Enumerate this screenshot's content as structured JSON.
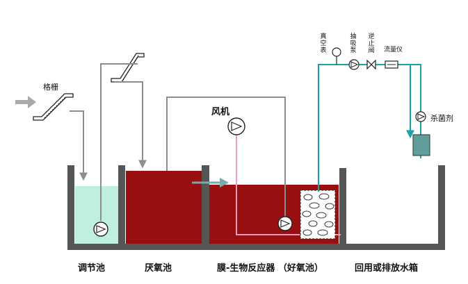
{
  "labels": {
    "screen": "格栅",
    "blower": "风机",
    "regulating_tank": "调节池",
    "anoxic_tank": "厌氧池",
    "mbr_tank": "膜-生物反应器 （好氧池）",
    "reuse_tank": "回用或排放水箱",
    "vacuum_gauge": "真空表",
    "suction_pump": "抽吸泵",
    "check_valve": "逆止阀",
    "flow_meter": "流量仪",
    "disinfectant": "杀菌剂"
  },
  "colors": {
    "sludge": "#980f10",
    "regulating_water": "#bff0dd",
    "clean_pipe": "#1aa3a8",
    "air_pipe": "#f29ac3",
    "gray_pipe": "#8c8c8c",
    "tank_wall": "#555555",
    "disinfectant_tank": "#5f9e9a"
  },
  "icons": [
    "pump-icon",
    "screen-conveyor-icon",
    "blower-icon",
    "valve-icon",
    "gauge-icon",
    "flow-meter-icon",
    "membrane-module-icon",
    "inlet-arrow-icon"
  ]
}
